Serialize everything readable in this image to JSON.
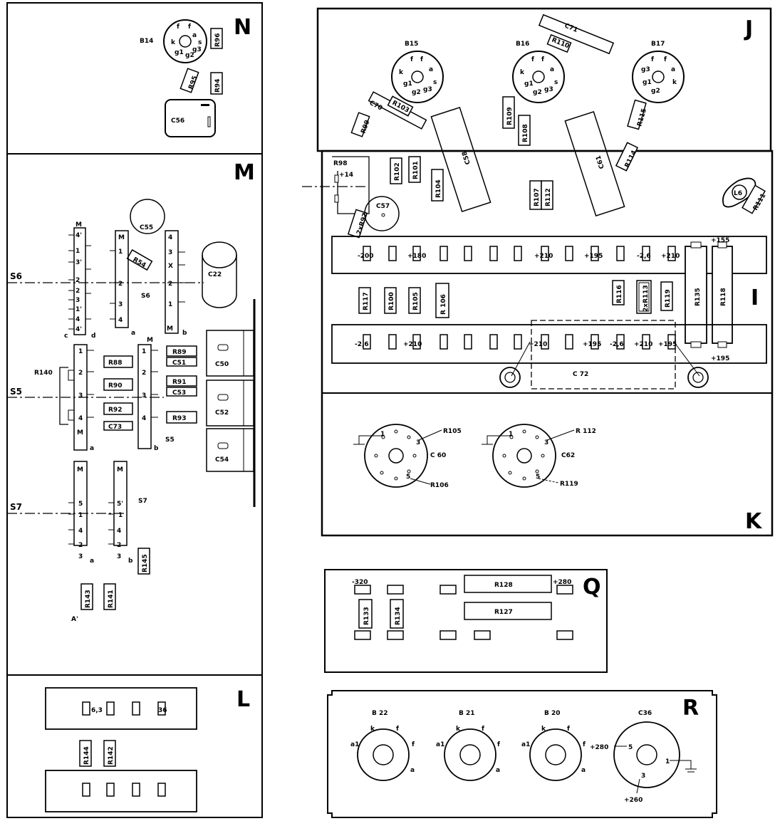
{
  "panels": {
    "N": "N",
    "M": "M",
    "L": "L",
    "J": "J",
    "K": "K",
    "I": "I",
    "Q": "Q",
    "R": "R"
  },
  "switches": {
    "s6": "S6",
    "s5": "S5",
    "s7": "S7",
    "s6_body": "S6",
    "s5_body": "S5",
    "s7_body": "S7",
    "a_prime": "A'",
    "m": "M",
    "s6_a_pins": [
      "4'",
      "1",
      "3'",
      "2",
      "2",
      "3",
      "1'",
      "4",
      "4'"
    ],
    "s6_b_pins": [
      "M",
      "1",
      "2",
      "3",
      "4"
    ],
    "s6_c_pins": [
      "4",
      "3",
      "X",
      "2",
      "1",
      "M"
    ],
    "s5_a_pins": [
      "1",
      "2",
      "3",
      "4",
      "M"
    ],
    "s5_b_pins": [
      "1",
      "2",
      "3",
      "4"
    ],
    "s7_a_pins": [
      "M",
      "5",
      "1",
      "4",
      "2",
      "3"
    ],
    "s7_b_pins": [
      "M",
      "5'",
      "1",
      "4",
      "2",
      "3"
    ],
    "side_letters": [
      "c",
      "d",
      "a",
      "b",
      "a",
      "b",
      "a",
      "b"
    ]
  },
  "components": {
    "b14": "B14",
    "b15": "B15",
    "b16": "B16",
    "b17": "B17",
    "b20": "B 20",
    "b21": "B 21",
    "b22": "B 22",
    "c36": "C36",
    "r94": "R94",
    "r95": "R95",
    "r96": "R96",
    "c56": "C56",
    "c55": "C55",
    "c22": "C22",
    "r54": "R54",
    "r88": "R88",
    "r89": "R89",
    "c51": "C51",
    "r90": "R90",
    "r91": "R91",
    "c53": "C53",
    "r92": "R92",
    "r93": "R93",
    "c73": "C73",
    "r140": "R140",
    "c50": "C50",
    "c52": "C52",
    "c54": "C54",
    "r141": "R141",
    "r143": "R143",
    "r145": "R145",
    "r142": "R142",
    "r144": "R144",
    "c70": "C70",
    "r103": "R103",
    "r99": "R99",
    "c71": "C71",
    "r110": "R110",
    "r109": "R109",
    "r108": "R108",
    "r115": "R115",
    "r114": "R114",
    "r98": "R98",
    "r102": "R102",
    "r101": "R101",
    "r104": "R104",
    "c58": "C58",
    "c61": "C61",
    "r107": "R107",
    "r112": "R112",
    "c57": "C57",
    "r97": "2xR97",
    "l6": "L6",
    "r111": "R111",
    "r117": "R117",
    "r100": "R100",
    "r105": "R105",
    "r106": "R 106",
    "r116": "R116",
    "r113": "2xR113",
    "r119": "R119",
    "r135": "R135",
    "r118": "R118",
    "c72": "C 72",
    "c60": "C 60",
    "c62": "C62",
    "r105_lead": "R105",
    "r106_lead": "R106",
    "r112_lead": "R 112",
    "r119_lead": "R119",
    "r128": "R128",
    "r127": "R127",
    "r133": "R133",
    "r134": "R134"
  },
  "tube_pins": {
    "b14": [
      "f",
      "f",
      "a",
      "s",
      "k",
      "g3",
      "g1",
      "g2"
    ],
    "b15": [
      "f",
      "f",
      "a",
      "k",
      "s",
      "g1",
      "g3",
      "g2"
    ],
    "b16": [
      "f",
      "f",
      "a",
      "k",
      "s",
      "g1",
      "g3",
      "g2"
    ],
    "b17": [
      "f",
      "f",
      "a",
      "k",
      "g3",
      "g1",
      "g2"
    ],
    "b22": [
      "k",
      "f",
      "a1",
      "f",
      "a"
    ],
    "b21": [
      "k",
      "f",
      "a1",
      "f",
      "a"
    ],
    "b20": [
      "k",
      "f",
      "a1",
      "f",
      "a"
    ],
    "c36": [
      "1",
      "3",
      "5"
    ],
    "c60": [
      "1",
      "3",
      "5"
    ],
    "c62": [
      "1",
      "3",
      "5"
    ]
  },
  "voltages": {
    "strip_top": [
      "-200",
      "+180",
      "+210",
      "+195",
      "-2,6",
      "+210"
    ],
    "strip_bottom": [
      "-2,6",
      "+210",
      "+210",
      "+195",
      "-2,6",
      "+210",
      "+195"
    ],
    "v155": "+155",
    "v195": "+195",
    "v14": "+14",
    "v320": "-320",
    "v280": "+280",
    "v280b": "+280",
    "v260": "+260",
    "v63": "6,3",
    "v36": "36"
  }
}
